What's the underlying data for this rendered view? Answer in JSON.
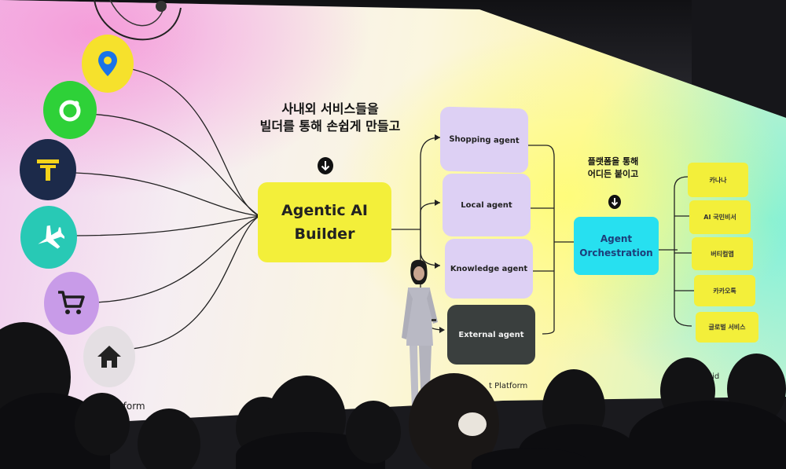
{
  "builder_heading": [
    "사내외 서비스들을",
    "빌더를 통해 손쉽게 만들고"
  ],
  "orchestration_heading": [
    "플랫폼을 통해",
    "어디든 붙이고"
  ],
  "builder_box": [
    "Agentic AI",
    "Builder"
  ],
  "agents": [
    "Shopping agent",
    "Local agent",
    "Knowledge agent",
    "External agent"
  ],
  "orchestration_box": [
    "Agent",
    "Orchestration"
  ],
  "services": [
    "카나나",
    "AI 국민비서",
    "버티컬앱",
    "카카오톡",
    "글로벌 서비스"
  ],
  "footer_left": "Platform",
  "footer_middle": "t Platform",
  "footer_right": "mand Sid",
  "icons": [
    "map-pin-icon",
    "green-circle-app-icon",
    "kakao-t-icon",
    "airplane-icon",
    "shopping-cart-icon",
    "home-icon"
  ],
  "colors": {
    "builder": "#f3ef3a",
    "agent": "#ddd0f4",
    "external_agent": "#3a3f3e",
    "orchestration": "#27e0f0",
    "service": "#f3ef3a",
    "icon_map": "#f6e12c",
    "icon_green": "#2ed138",
    "icon_taxi": "#1c2a4a",
    "icon_flight": "#28c9b5",
    "icon_cart": "#c89be8",
    "icon_home": "#e4dfe3"
  }
}
